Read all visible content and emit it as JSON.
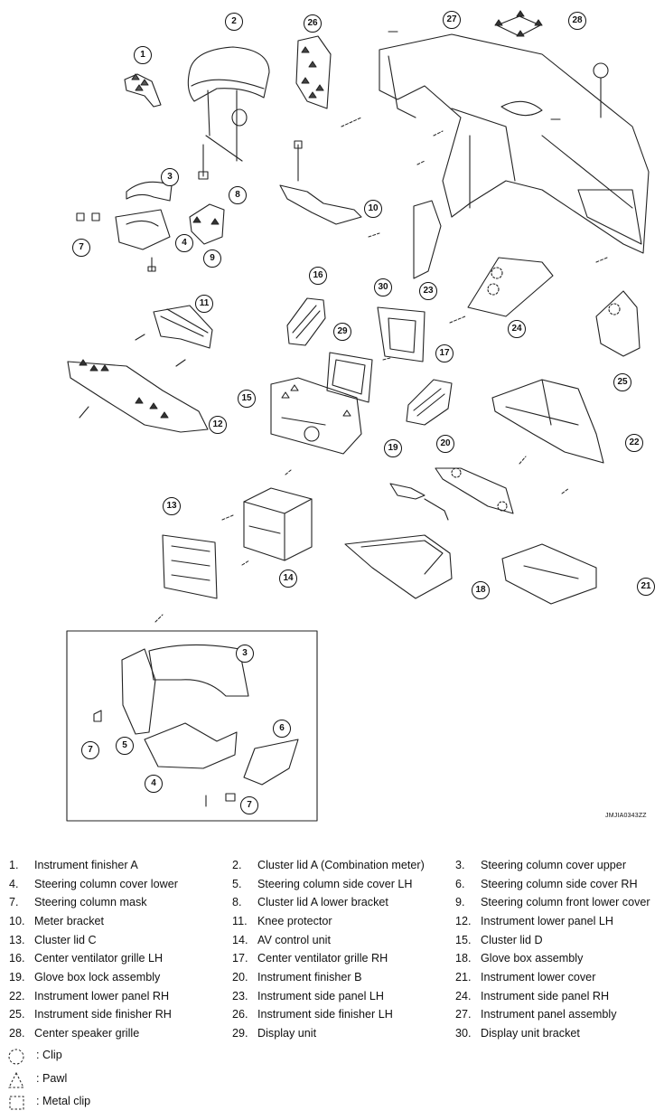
{
  "diagram": {
    "code": "JMJIA0343ZZ",
    "labels": {
      "1": "1",
      "2": "2",
      "3": "3",
      "4": "4",
      "5": "5",
      "6": "6",
      "7": "7",
      "8": "8",
      "9": "9",
      "10": "10",
      "11": "11",
      "12": "12",
      "13": "13",
      "14": "14",
      "15": "15",
      "16": "16",
      "17": "17",
      "18": "18",
      "19": "19",
      "20": "20",
      "21": "21",
      "22": "22",
      "23": "23",
      "24": "24",
      "25": "25",
      "26": "26",
      "27": "27",
      "28": "28",
      "29": "29",
      "30": "30"
    }
  },
  "legend": {
    "rows": [
      [
        {
          "n": "1.",
          "name": "Instrument finisher A"
        },
        {
          "n": "2.",
          "name": "Cluster lid A (Combination meter)"
        },
        {
          "n": "3.",
          "name": "Steering column cover upper"
        }
      ],
      [
        {
          "n": "4.",
          "name": "Steering column cover lower"
        },
        {
          "n": "5.",
          "name": "Steering column side cover LH"
        },
        {
          "n": "6.",
          "name": "Steering column side cover RH"
        }
      ],
      [
        {
          "n": "7.",
          "name": "Steering column mask"
        },
        {
          "n": "8.",
          "name": "Cluster lid A lower bracket"
        },
        {
          "n": "9.",
          "name": "Steering column front lower cover"
        }
      ],
      [
        {
          "n": "10.",
          "name": "Meter bracket"
        },
        {
          "n": "11.",
          "name": "Knee protector"
        },
        {
          "n": "12.",
          "name": "Instrument lower panel LH"
        }
      ],
      [
        {
          "n": "13.",
          "name": "Cluster lid C"
        },
        {
          "n": "14.",
          "name": "AV control unit"
        },
        {
          "n": "15.",
          "name": "Cluster lid D"
        }
      ],
      [
        {
          "n": "16.",
          "name": "Center ventilator grille LH"
        },
        {
          "n": "17.",
          "name": "Center ventilator grille RH"
        },
        {
          "n": "18.",
          "name": "Glove box assembly"
        }
      ],
      [
        {
          "n": "19.",
          "name": "Glove box lock assembly"
        },
        {
          "n": "20.",
          "name": "Instrument finisher B"
        },
        {
          "n": "21.",
          "name": "Instrument lower cover"
        }
      ],
      [
        {
          "n": "22.",
          "name": "Instrument lower panel RH"
        },
        {
          "n": "23.",
          "name": "Instrument side panel LH"
        },
        {
          "n": "24.",
          "name": "Instrument side panel RH"
        }
      ],
      [
        {
          "n": "25.",
          "name": "Instrument side finisher RH"
        },
        {
          "n": "26.",
          "name": "Instrument side finisher LH"
        },
        {
          "n": "27.",
          "name": "Instrument panel assembly"
        }
      ],
      [
        {
          "n": "28.",
          "name": "Center speaker grille"
        },
        {
          "n": "29.",
          "name": "Display unit"
        },
        {
          "n": "30.",
          "name": "Display unit bracket"
        }
      ]
    ],
    "symbols": {
      "clip": ": Clip",
      "pawl": ": Pawl",
      "metal_clip": ": Metal clip"
    }
  }
}
